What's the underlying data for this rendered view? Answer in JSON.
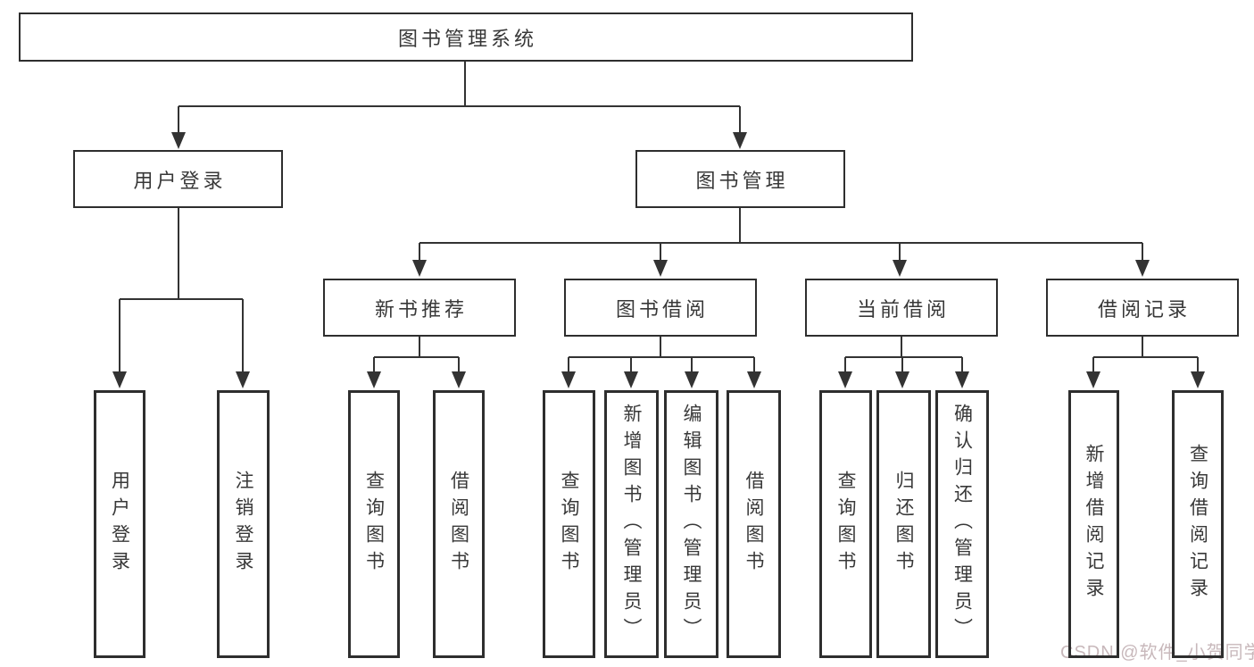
{
  "diagram": {
    "type": "tree",
    "nodes": {
      "root": "图书管理系统",
      "l2": [
        "用户登录",
        "图书管理"
      ],
      "l3": [
        "新书推荐",
        "图书借阅",
        "当前借阅",
        "借阅记录"
      ],
      "l4": [
        "用户登录",
        "注销登录",
        "查询图书",
        "借阅图书",
        "查询图书",
        "新增图书（管理员）",
        "编辑图书（管理员）",
        "借阅图书",
        "查询图书",
        "归还图书",
        "确认归还（管理员）",
        "新增借阅记录",
        "查询借阅记录"
      ]
    },
    "edges": [
      [
        "图书管理系统",
        "用户登录"
      ],
      [
        "图书管理系统",
        "图书管理"
      ],
      [
        "用户登录",
        "用户登录"
      ],
      [
        "用户登录",
        "注销登录"
      ],
      [
        "图书管理",
        "新书推荐"
      ],
      [
        "图书管理",
        "图书借阅"
      ],
      [
        "图书管理",
        "当前借阅"
      ],
      [
        "图书管理",
        "借阅记录"
      ],
      [
        "新书推荐",
        "查询图书"
      ],
      [
        "新书推荐",
        "借阅图书"
      ],
      [
        "图书借阅",
        "查询图书"
      ],
      [
        "图书借阅",
        "新增图书（管理员）"
      ],
      [
        "图书借阅",
        "编辑图书（管理员）"
      ],
      [
        "图书借阅",
        "借阅图书"
      ],
      [
        "当前借阅",
        "查询图书"
      ],
      [
        "当前借阅",
        "归还图书"
      ],
      [
        "当前借阅",
        "确认归还（管理员）"
      ],
      [
        "借阅记录",
        "新增借阅记录"
      ],
      [
        "借阅记录",
        "查询借阅记录"
      ]
    ]
  },
  "watermark": {
    "text": "CSDN @软件_小贺同学"
  },
  "colors": {
    "background": "#ffffff",
    "line": "#333333",
    "box_border": "#2e2e2e",
    "text": "#383838",
    "watermark": "#c8b8bb"
  }
}
